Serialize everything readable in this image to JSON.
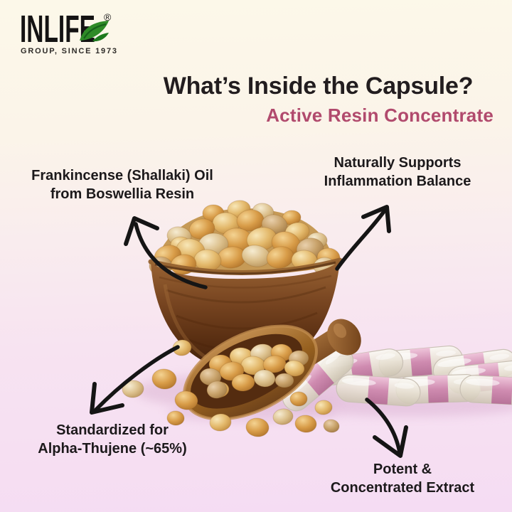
{
  "brand": {
    "name": "INLIFE",
    "registered_mark": "®",
    "tagline": "GROUP, SINCE 1973",
    "colors": {
      "text": "#141313",
      "leaf": "#2f8b27"
    }
  },
  "header": {
    "title": "What’s Inside the Capsule?",
    "subtitle": "Active Resin Concentrate",
    "colors": {
      "title": "#221d1f",
      "subtitle": "#b14a6d"
    }
  },
  "callouts": [
    {
      "id": "frankincense-oil",
      "position": "top-left",
      "text": "Frankincense (Shallaki) Oil\nfrom Boswellia Resin"
    },
    {
      "id": "inflammation-balance",
      "position": "top-right",
      "text": "Naturally Supports\nInflammation Balance"
    },
    {
      "id": "alpha-thujene",
      "position": "bottom-left",
      "text": "Standardized for\nAlpha-Thujene (~65%)"
    },
    {
      "id": "potent-extract",
      "position": "bottom-right",
      "text": "Potent &\nConcentrated Extract"
    }
  ],
  "illustration": {
    "description": "Wooden bowl heaped with golden frankincense (Boswellia) resin tears, a wooden scoop of resin, scattered resin pieces and transparent capsules with pink bands",
    "elements": [
      "resin-bowl",
      "resin-heap",
      "wooden-scoop",
      "capsule-pile",
      "scattered-resin"
    ],
    "arrows": [
      "arrow-to-frankincense-oil",
      "arrow-to-inflammation-balance",
      "arrow-to-alpha-thujene",
      "arrow-to-potent-extract"
    ],
    "colors": {
      "arrow": "#151515",
      "background_top": "#fcf8e9",
      "background_bottom": "#f5dcf3",
      "wood_dark": "#5a2f12",
      "resin_gold": "#e3b86a",
      "capsule_band_pink": "#cd84ad"
    }
  }
}
